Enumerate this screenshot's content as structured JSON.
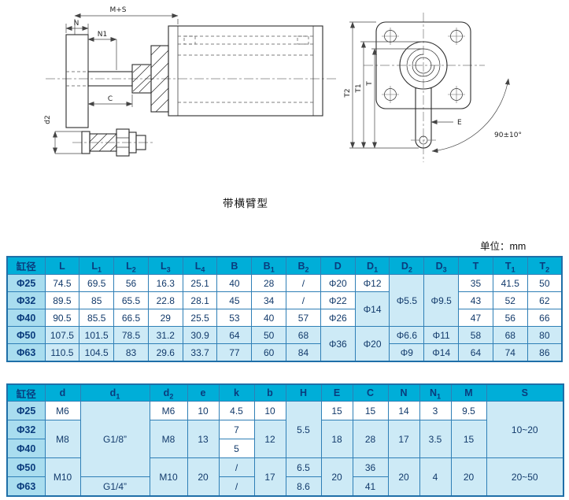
{
  "page": {
    "caption": "带横臂型",
    "unit_label": "单位：mm"
  },
  "colors": {
    "table_header_bg": "#00aed8",
    "table_header_text": "#0a3c7d",
    "row_header_bg": "#a9ddef",
    "shaded_cell_bg": "#cdeaf6",
    "grid_line": "#2f7fb6",
    "cell_text": "#123a6b"
  },
  "drawing": {
    "side_view": {
      "dim_ms": "M+S",
      "dim_n": "N",
      "dim_n1": "N1",
      "dim_c": "C",
      "dim_d2": "d2"
    },
    "front_view": {
      "dim_t2": "T2",
      "dim_t1": "T1",
      "dim_t": "T",
      "dim_e": "E",
      "angle": "90±10°"
    }
  },
  "table1": {
    "headers": [
      {
        "t": "缸径"
      },
      {
        "t": "L"
      },
      {
        "t": "L",
        "s": "1"
      },
      {
        "t": "L",
        "s": "2"
      },
      {
        "t": "L",
        "s": "3"
      },
      {
        "t": "L",
        "s": "4"
      },
      {
        "t": "B"
      },
      {
        "t": "B",
        "s": "1"
      },
      {
        "t": "B",
        "s": "2"
      },
      {
        "t": "D"
      },
      {
        "t": "D",
        "s": "1"
      },
      {
        "t": "D",
        "s": "2"
      },
      {
        "t": "D",
        "s": "3"
      },
      {
        "t": "T"
      },
      {
        "t": "T",
        "s": "1"
      },
      {
        "t": "T",
        "s": "2"
      }
    ],
    "rows": [
      {
        "cells": [
          {
            "t": "Φ25",
            "head": true
          },
          "74.5",
          "69.5",
          "56",
          "16.3",
          "25.1",
          "40",
          "28",
          "/",
          "Φ20",
          "Φ12",
          {
            "t": "Φ5.5",
            "rs": 3
          },
          {
            "t": "Φ9.5",
            "rs": 3
          },
          "35",
          "41.5",
          "50"
        ]
      },
      {
        "cells": [
          {
            "t": "Φ32",
            "head": true
          },
          "89.5",
          "85",
          "65.5",
          "22.8",
          "28.1",
          "45",
          "34",
          "/",
          "Φ22",
          {
            "t": "Φ14",
            "rs": 2
          },
          "43",
          "52",
          "62"
        ]
      },
      {
        "cells": [
          {
            "t": "Φ40",
            "head": true
          },
          "90.5",
          "85.5",
          "66.5",
          "29",
          "25.5",
          "53",
          "40",
          "57",
          "Φ26",
          "47",
          "56",
          "66"
        ]
      },
      {
        "band": true,
        "cells": [
          {
            "t": "Φ50",
            "head": true
          },
          "107.5",
          "101.5",
          "78.5",
          "31.2",
          "30.9",
          "64",
          "50",
          "68",
          {
            "t": "Φ36",
            "rs": 2
          },
          {
            "t": "Φ20",
            "rs": 2
          },
          "Φ6.6",
          "Φ11",
          "58",
          "68",
          "80"
        ]
      },
      {
        "band": true,
        "cells": [
          {
            "t": "Φ63",
            "head": true
          },
          "110.5",
          "104.5",
          "83",
          "29.6",
          "33.7",
          "77",
          "60",
          "84",
          "Φ9",
          "Φ14",
          "64",
          "74",
          "86"
        ]
      }
    ]
  },
  "table2": {
    "headers": [
      {
        "t": "缸径"
      },
      {
        "t": "d"
      },
      {
        "t": "d",
        "s": "1"
      },
      {
        "t": "d",
        "s": "2"
      },
      {
        "t": "e"
      },
      {
        "t": "k"
      },
      {
        "t": "b"
      },
      {
        "t": "H"
      },
      {
        "t": "E"
      },
      {
        "t": "C"
      },
      {
        "t": "N"
      },
      {
        "t": "N",
        "s": "1"
      },
      {
        "t": "M"
      },
      {
        "t": "S"
      }
    ],
    "rows": [
      {
        "cells": [
          {
            "t": "Φ25",
            "head": true
          },
          "M6",
          {
            "t": "G1/8”",
            "rs": 4
          },
          "M6",
          "10",
          "4.5",
          "10",
          {
            "t": "5.5",
            "rs": 3
          },
          "15",
          "15",
          "14",
          "3",
          "9.5",
          {
            "t": "10~20",
            "rs": 3
          }
        ]
      },
      {
        "cells": [
          {
            "t": "Φ32",
            "head": true
          },
          {
            "t": "M8",
            "rs": 2
          },
          {
            "t": "M8",
            "rs": 2
          },
          {
            "t": "13",
            "rs": 2
          },
          "7",
          {
            "t": "12",
            "rs": 2
          },
          {
            "t": "18",
            "rs": 2
          },
          {
            "t": "28",
            "rs": 2
          },
          {
            "t": "17",
            "rs": 2
          },
          {
            "t": "3.5",
            "rs": 2
          },
          {
            "t": "15",
            "rs": 2
          }
        ]
      },
      {
        "cells": [
          {
            "t": "Φ40",
            "head": true
          },
          "5"
        ]
      },
      {
        "band": true,
        "cells": [
          {
            "t": "Φ50",
            "head": true
          },
          {
            "t": "M10",
            "rs": 2
          },
          {
            "t": "M10",
            "rs": 2
          },
          {
            "t": "20",
            "rs": 2
          },
          "/",
          {
            "t": "17",
            "rs": 2
          },
          "6.5",
          {
            "t": "20",
            "rs": 2
          },
          "36",
          {
            "t": "20",
            "rs": 2
          },
          {
            "t": "4",
            "rs": 2
          },
          {
            "t": "20",
            "rs": 2
          },
          {
            "t": "20~50",
            "rs": 2
          }
        ]
      },
      {
        "band": true,
        "cells": [
          {
            "t": "Φ63",
            "head": true
          },
          "G1/4”",
          "/",
          "8.6",
          "41"
        ]
      }
    ]
  }
}
